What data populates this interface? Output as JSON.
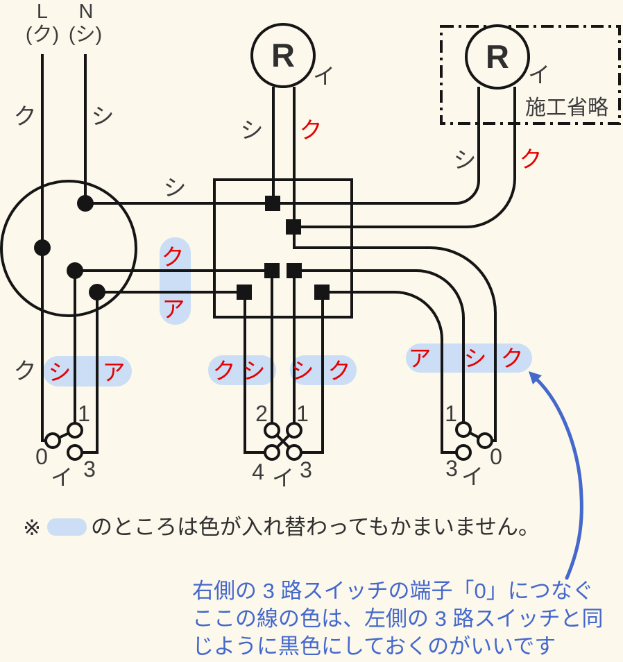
{
  "colors": {
    "background": "#FCF8EC",
    "wire": "#151515",
    "label_gray": "#3C3C3C",
    "red": "#E50000",
    "highlight_blue": "#CBDEF5",
    "annotation_blue": "#4468CC"
  },
  "power_source": {
    "l": "L",
    "l_hint": "(ク)",
    "n": "N",
    "n_hint": "(シ)",
    "l_wire": "ク",
    "n_wire": "シ"
  },
  "joint": {
    "neutral_label": "シ",
    "highlight": {
      "top": "ク",
      "bottom": "ア"
    }
  },
  "lamp_left": {
    "symbol": "R",
    "circuit": "イ",
    "neutral": "シ",
    "live": "ク"
  },
  "lamp_right": {
    "symbol": "R",
    "circuit": "イ",
    "omission": "施工省略",
    "neutral": "シ",
    "live": "ク"
  },
  "switch_left": {
    "wire_outside": "ク",
    "highlight": {
      "first": "シ",
      "second": "ア"
    },
    "t1": "1",
    "t0": "0",
    "t3": "3",
    "circuit": "イ"
  },
  "switch_middle": {
    "highlight_left": {
      "first": "ク",
      "second": "シ"
    },
    "highlight_right": {
      "first": "シ",
      "second": "ク"
    },
    "t2": "2",
    "t1": "1",
    "t4": "4",
    "t3": "3",
    "circuit": "イ"
  },
  "switch_right": {
    "highlight": {
      "first": "ア",
      "second": "シ",
      "third": "ク"
    },
    "t1": "1",
    "t0": "0",
    "t3": "3",
    "circuit": "イ"
  },
  "note": {
    "marker": "※",
    "text": "のところは色が入れ替わってもかまいません。"
  },
  "annotation": {
    "line1": "右側の 3 路スイッチの端子「0」につなぐ",
    "line2": "ここの線の色は、左側の 3 路スイッチと同",
    "line3": "じように黒色にしておくのがいいです"
  }
}
